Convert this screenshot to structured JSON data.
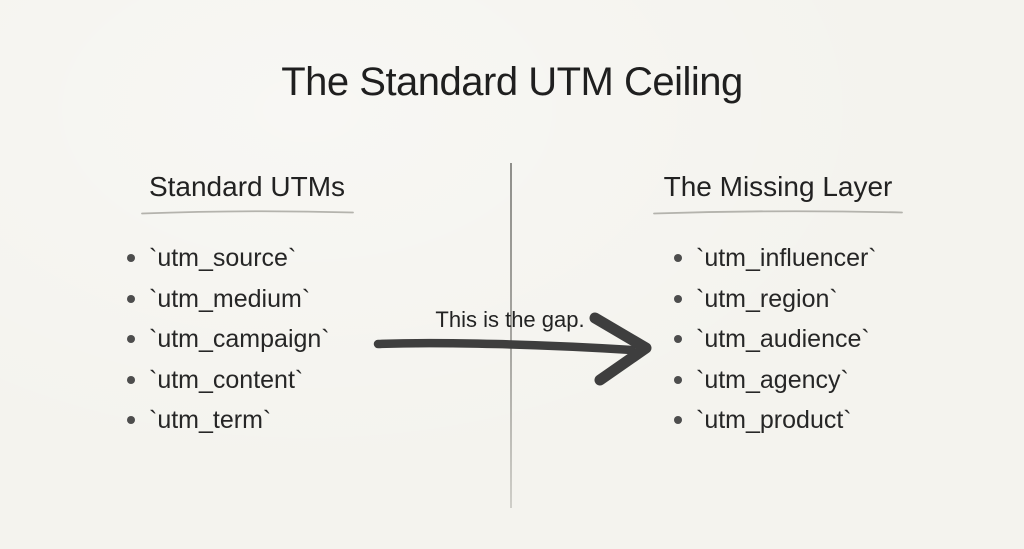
{
  "title": "The Standard UTM Ceiling",
  "columns": {
    "left": {
      "header": "Standard UTMs",
      "items": [
        "`utm_source`",
        "`utm_medium`",
        "`utm_campaign`",
        "`utm_content`",
        "`utm_term`"
      ]
    },
    "right": {
      "header": "The Missing Layer",
      "items": [
        "`utm_influencer`",
        "`utm_region`",
        "`utm_audience`",
        "`utm_agency`",
        "`utm_product`"
      ]
    }
  },
  "gap_label": "This is the gap.",
  "icons": {
    "arrow": "right-arrow-icon",
    "bullet": "bullet-dot-icon"
  },
  "colors": {
    "background": "#f4f3ee",
    "text": "#1f1f1f",
    "arrow": "#3e3e3e",
    "divider": "#a3a29d",
    "underline": "#b4b3ad",
    "bullet": "#4d4d4d"
  }
}
